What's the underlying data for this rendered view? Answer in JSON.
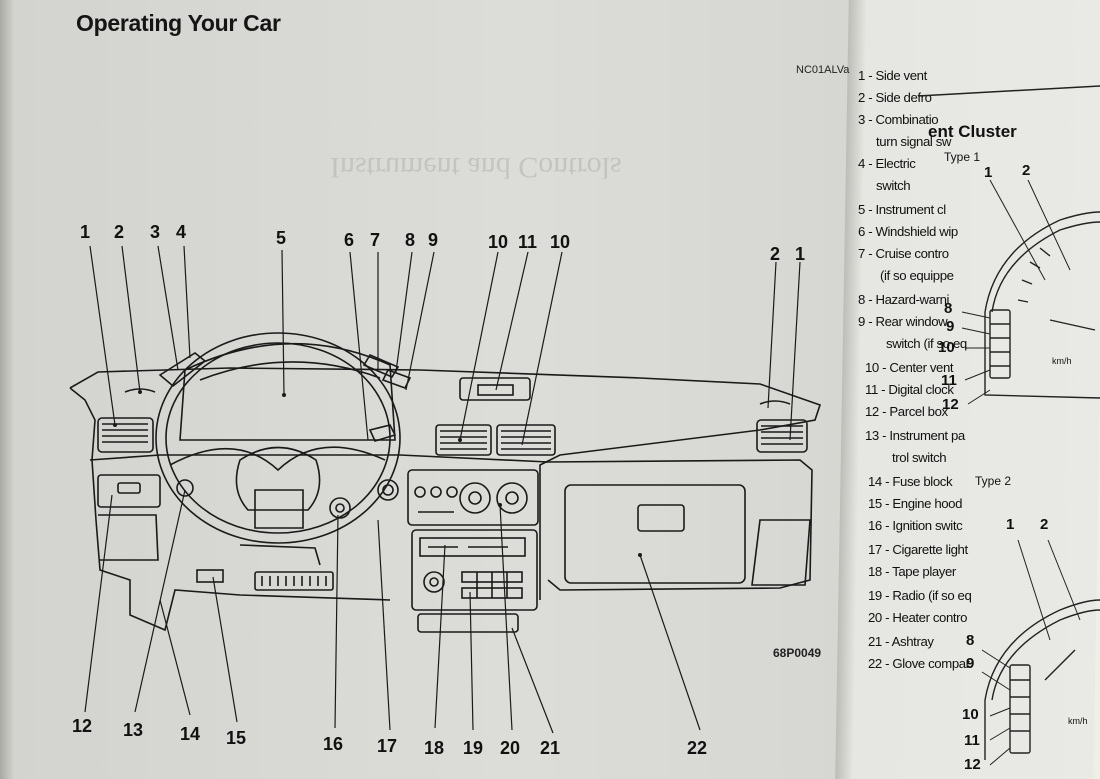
{
  "heading": "Operating Your Car",
  "figure_code_top": "NC01ALVa",
  "figure_code_bottom": "68P0049",
  "callouts_top": [
    "1",
    "2",
    "3",
    "4",
    "5",
    "6",
    "7",
    "8",
    "9",
    "10",
    "11",
    "10",
    "2",
    "1"
  ],
  "callouts_bottom": [
    "12",
    "13",
    "14",
    "15",
    "16",
    "17",
    "18",
    "19",
    "20",
    "21",
    "22"
  ],
  "legend": [
    "1 - Side vent",
    "2 - Side defro",
    "3 - Combinatio",
    "turn signal sw",
    "4 - Electric",
    "switch",
    "5 - Instrument cl",
    "6 - Windshield wip",
    "7 - Cruise contro",
    "(if so equippe",
    "8 - Hazard-warni",
    "9 - Rear window",
    "switch (if so eq",
    "10 - Center vent",
    "11 - Digital clock",
    "12 - Parcel box",
    "13 - Instrument pa",
    "trol switch",
    "14 - Fuse block",
    "15 - Engine hood",
    "16 - Ignition switc",
    "17 - Cigarette light",
    "18 - Tape player",
    "19 - Radio (if so eq",
    "20 - Heater contro",
    "21 - Ashtray",
    "22 - Glove compar"
  ],
  "right_page": {
    "heading": "ent Cluster",
    "type1": "Type 1",
    "type2": "Type 2",
    "type1_labels": [
      "1",
      "2",
      "8",
      "9",
      "10",
      "11",
      "12"
    ],
    "type2_labels": [
      "1",
      "2",
      "8",
      "9",
      "10",
      "11",
      "12"
    ],
    "gauge_unit": "km/h"
  },
  "ghost_heading": "Instrument and Controls"
}
